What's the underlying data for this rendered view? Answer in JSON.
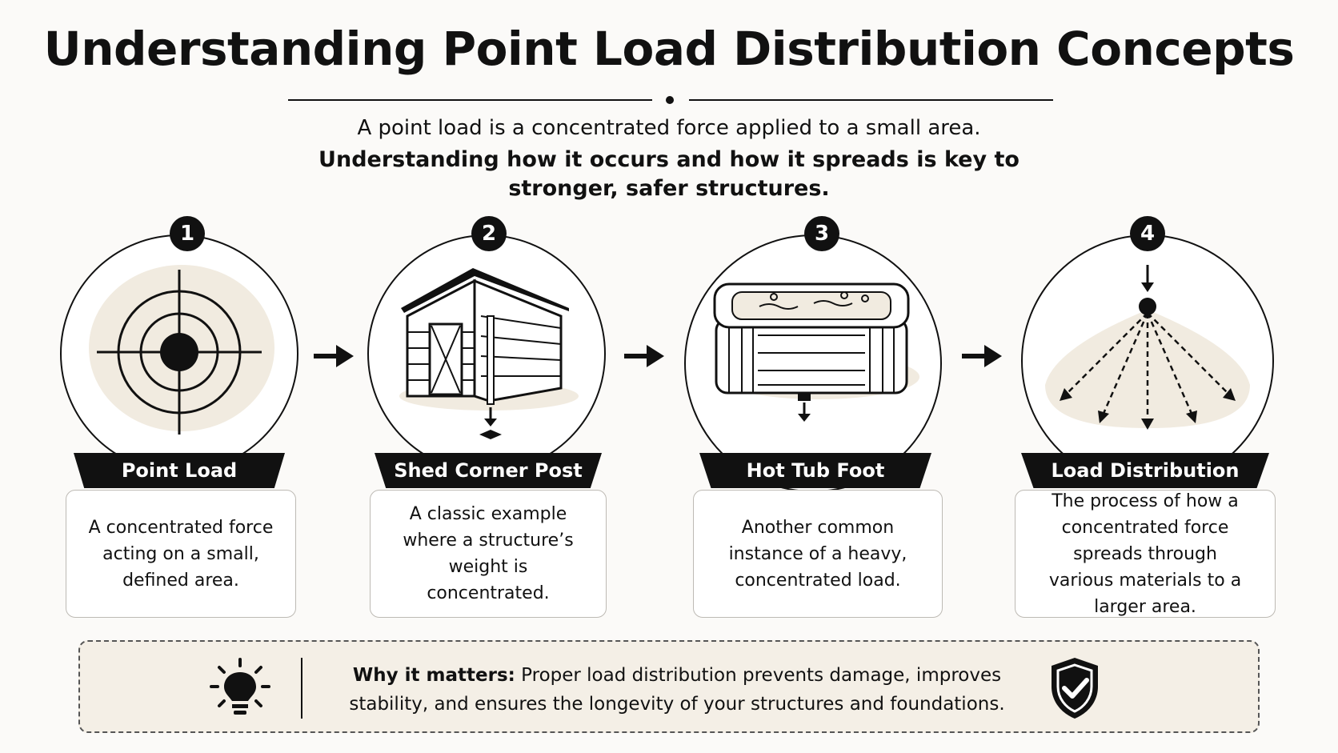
{
  "title": "Understanding Point Load Distribution Concepts",
  "intro": {
    "line1": "A point load is a concentrated force applied to a small area.",
    "line2a": "Understanding how it occurs and how it spreads is key to",
    "line2b": "stronger, safer structures."
  },
  "steps": [
    {
      "number": "1",
      "label": "Point Load",
      "description": "A concentrated force acting on a small, defined area.",
      "icon": "target-icon"
    },
    {
      "number": "2",
      "label": "Shed Corner Post",
      "description": "A classic example where a structure’s weight is concentrated.",
      "icon": "shed-icon"
    },
    {
      "number": "3",
      "label": "Hot Tub Foot",
      "description": "Another common instance of a heavy, concentrated load.",
      "icon": "hot-tub-icon"
    },
    {
      "number": "4",
      "label": "Load Distribution",
      "description": "The process of how a concentrated force spreads through various materials to a larger area.",
      "icon": "load-spread-icon"
    }
  ],
  "why_it_matters": {
    "label": "Why it matters:",
    "text": "Proper load distribution prevents damage, improves stability, and ensures the longevity of your structures and foundations.",
    "left_icon": "lightbulb-icon",
    "right_icon": "shield-check-icon"
  },
  "colors": {
    "ink": "#111111",
    "beige": "#f1ebe0",
    "card_border": "#bdbab4"
  }
}
